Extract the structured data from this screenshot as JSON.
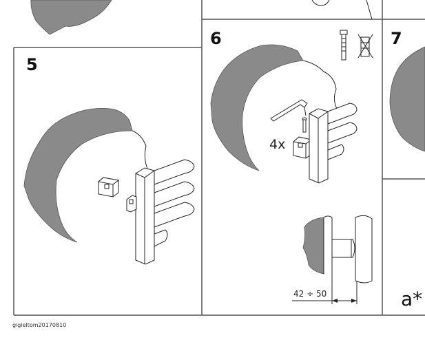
{
  "steps": {
    "step5": {
      "number": "5"
    },
    "step6": {
      "number": "6",
      "quantity": "4x",
      "dimension": "42 ÷ 50"
    },
    "step7": {
      "number": "7",
      "note": "a*"
    }
  },
  "footer": {
    "code": "gigieltom20170810"
  },
  "icons": [
    "screw-icon",
    "no-dowel-icon",
    "allen-key-icon"
  ]
}
